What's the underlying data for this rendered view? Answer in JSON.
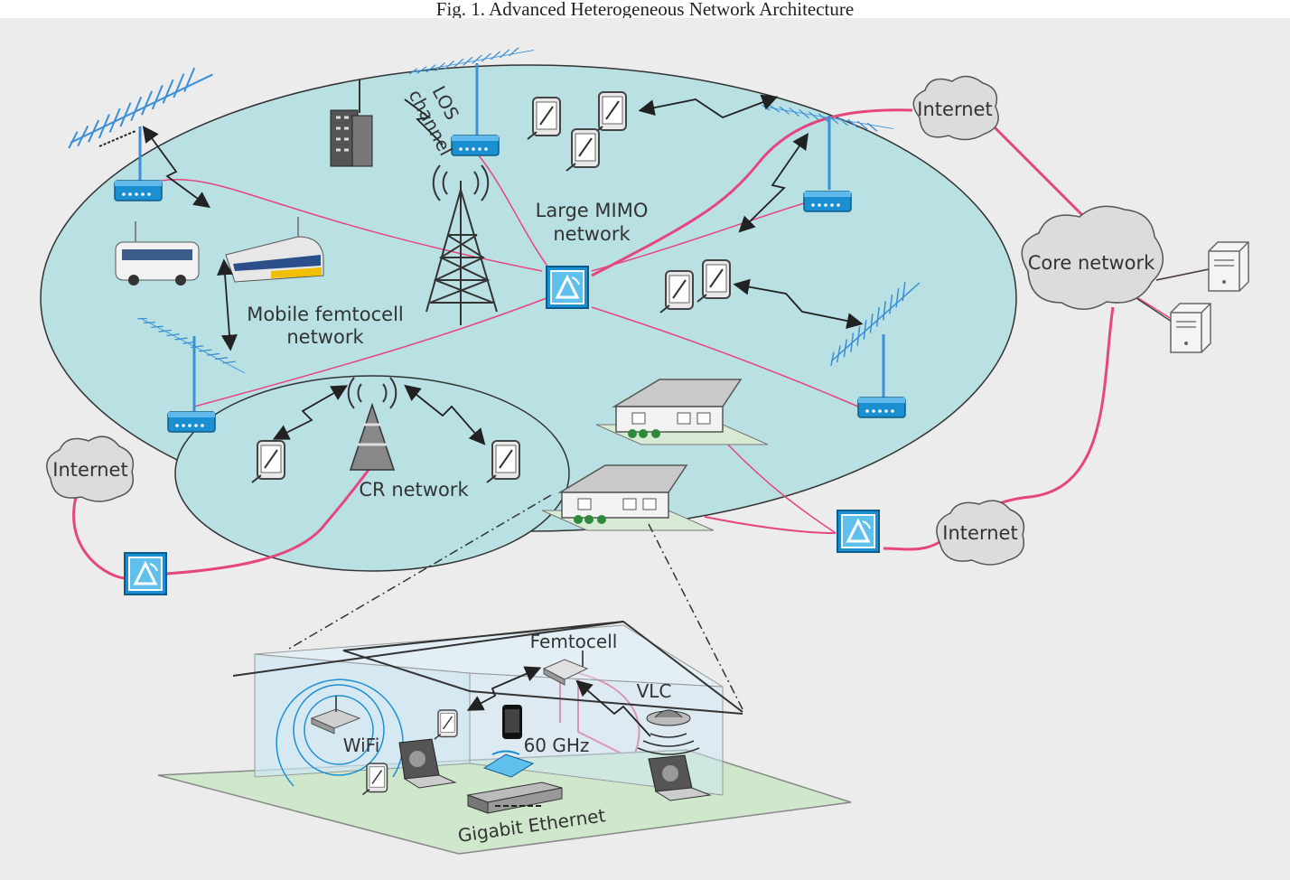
{
  "caption": "Fig. 1.    Advanced Heterogeneous Network Architecture",
  "labels": {
    "los": "LOS",
    "channel": "channel",
    "mimo1": "Large MIMO",
    "mimo2": "network",
    "mobile1": "Mobile femtocell",
    "mobile2": "network",
    "cr": "CR network",
    "core": "Core network",
    "internet_top": "Internet",
    "internet_left": "Internet",
    "internet_bottom": "Internet",
    "femtocell": "Femtocell",
    "vlc": "VLC",
    "wifi": "WiFi",
    "ghz": "60 GHz",
    "ethernet": "Gigabit Ethernet"
  },
  "colors": {
    "background": "#ececec",
    "cell_fill": "#b9e1e3",
    "link": "#e6457d",
    "device_blue": "#1a8fd2",
    "house_glass": "#cde8f5",
    "floor": "#cfe8cc"
  },
  "icons": [
    "antenna-icon",
    "access-point-icon",
    "tablet-icon",
    "base-station-icon",
    "cloud-icon",
    "server-icon",
    "house-icon",
    "bus-icon",
    "train-icon",
    "building-icon",
    "router-icon",
    "phone-icon",
    "laptop-icon",
    "vlc-lamp-icon",
    "ethernet-switch-icon"
  ]
}
